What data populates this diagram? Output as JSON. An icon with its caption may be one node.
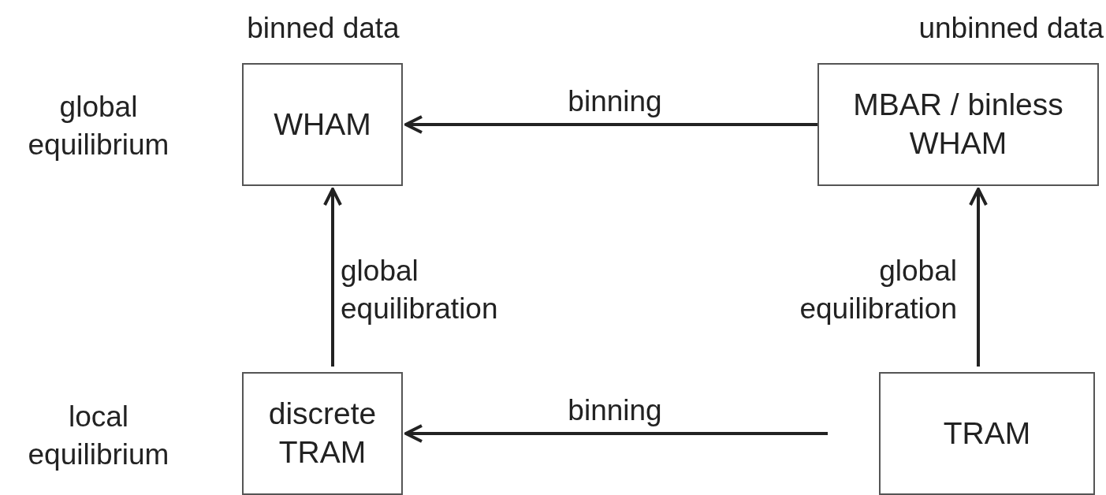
{
  "diagram": {
    "nodes": [
      {
        "text": [
          "WHAM"
        ]
      },
      {
        "text": [
          "MBAR / binless WHAM"
        ]
      },
      {
        "text": [
          "discrete TRAM"
        ]
      },
      {
        "text": [
          "TRAM"
        ]
      }
    ],
    "edges": [
      {
        "from": 1,
        "to": 0,
        "arrow": "to",
        "label": "binning"
      },
      {
        "from": 2,
        "to": 0,
        "arrow": "to",
        "label": "global equilibration"
      },
      {
        "from": 3,
        "to": 1,
        "arrow": "to",
        "label": "global equilibration"
      },
      {
        "from": 3,
        "to": 2,
        "arrow": "to",
        "label": "binning"
      }
    ],
    "labels": [
      "binned data",
      "unbinned data",
      "global equilibrium",
      "local equilibrium"
    ]
  }
}
